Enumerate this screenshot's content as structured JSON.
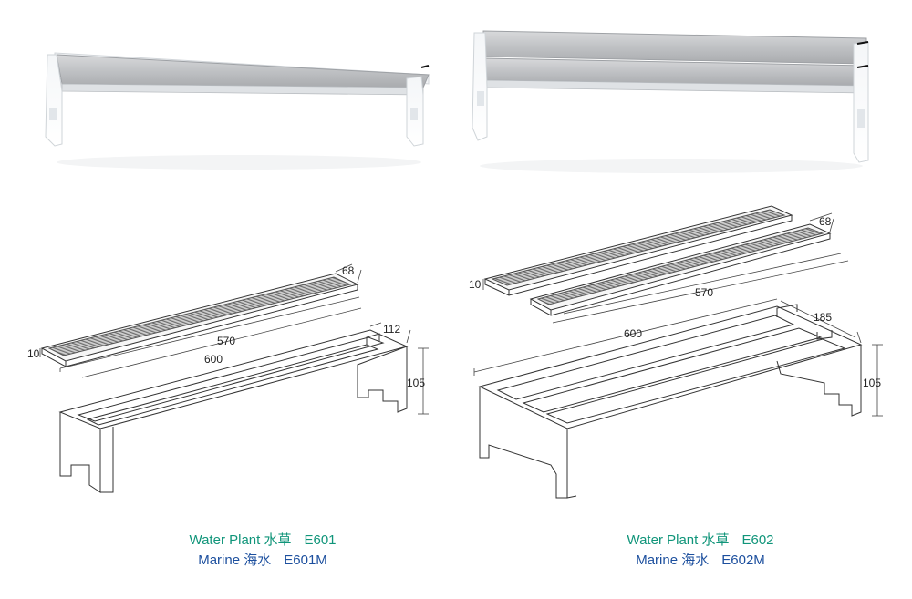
{
  "products": [
    {
      "id": "E601",
      "water_plant": {
        "label": "Water Plant 水草",
        "model": "E601"
      },
      "marine": {
        "label": "Marine 海水",
        "model": "E601M"
      },
      "dims": {
        "length_light": "570",
        "length_frame": "600",
        "light_width": "68",
        "light_height": "10",
        "frame_width": "112",
        "frame_height": "105"
      }
    },
    {
      "id": "E602",
      "water_plant": {
        "label": "Water Plant 水草",
        "model": "E602"
      },
      "marine": {
        "label": "Marine 海水",
        "model": "E602M"
      },
      "dims": {
        "length_light": "570",
        "length_frame": "600",
        "light_width": "68",
        "light_height": "10",
        "frame_width": "185",
        "frame_height": "105"
      }
    }
  ],
  "colors": {
    "water_plant": "#10957a",
    "marine": "#1c4f9e",
    "line": "#333333",
    "dim_line": "#444444"
  }
}
